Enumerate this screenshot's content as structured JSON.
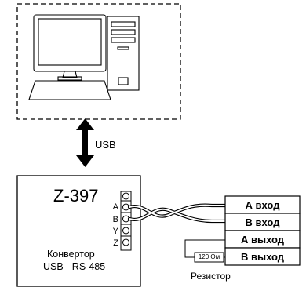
{
  "device": {
    "name": "Z-397",
    "description_line1": "Конвертор",
    "description_line2": "USB - RS-485",
    "pins": [
      "A",
      "B",
      "Y",
      "Z"
    ]
  },
  "connection": {
    "label": "USB"
  },
  "terminals": [
    "А вход",
    "В вход",
    "А выход",
    "В выход"
  ],
  "resistor": {
    "value": "120 Ом",
    "caption": "Резистор"
  },
  "computer": {
    "icon": "desktop-computer-icon"
  }
}
